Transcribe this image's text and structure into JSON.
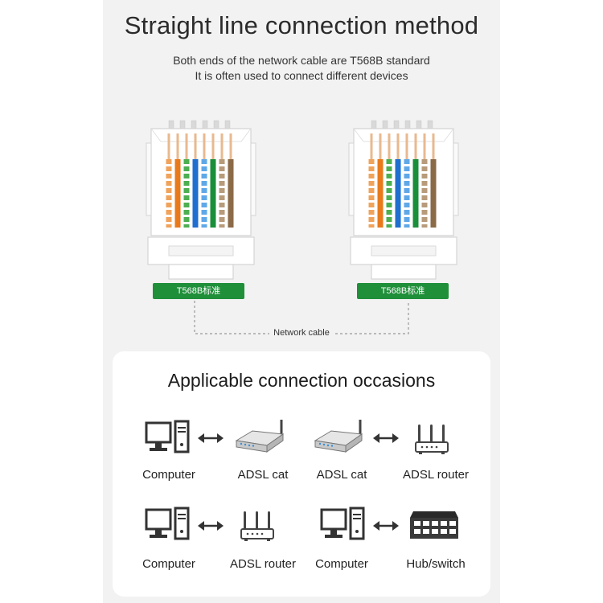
{
  "header": {
    "title": "Straight line connection method",
    "subtitle_line1": "Both ends of the network cable are T568B standard",
    "subtitle_line2": "It is often used to connect different devices"
  },
  "connectors": {
    "left_badge": "T568B标准",
    "right_badge": "T568B标准",
    "cable_label": "Network cable",
    "badge_color": "#1f8f3a"
  },
  "occasions": {
    "title": "Applicable connection occasions",
    "rows": [
      {
        "left_device": "Computer",
        "right_device": "ADSL cat"
      },
      {
        "left_device": "ADSL cat",
        "right_device": "ADSL router"
      },
      {
        "left_device": "Computer",
        "right_device": "ADSL router"
      },
      {
        "left_device": "Computer",
        "right_device": "Hub/switch"
      }
    ]
  }
}
